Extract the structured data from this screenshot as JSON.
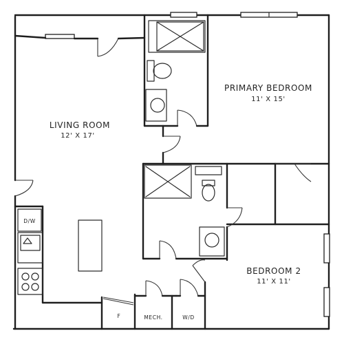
{
  "rooms": {
    "living": {
      "name": "LIVING ROOM",
      "dims": "12' X 17'"
    },
    "primary": {
      "name": "PRIMARY BEDROOM",
      "dims": "11' X 15'"
    },
    "bedroom2": {
      "name": "BEDROOM 2",
      "dims": "11' X 11'"
    }
  },
  "fixtures": {
    "dishwasher": "D/W",
    "furnace": "F",
    "mechanical": "MECH.",
    "washer_dryer": "W/D"
  }
}
